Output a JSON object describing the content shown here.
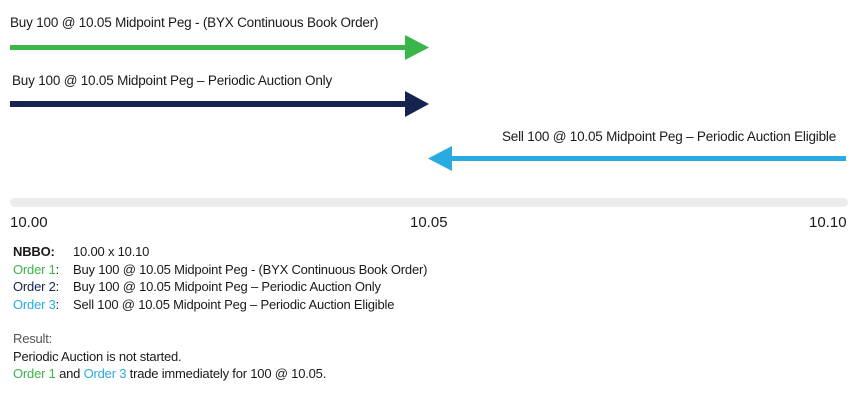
{
  "colors": {
    "order1": "#3ab54a",
    "order2": "#16244f",
    "order3": "#29abe2",
    "axis": "#ececee",
    "text": "#1a1a1a",
    "muted": "#555555"
  },
  "arrows": [
    {
      "label": "Buy 100 @ 10.05 Midpoint Peg - (BYX Continuous Book Order)",
      "direction": "right",
      "from_price": 10.0,
      "to_price": 10.05,
      "order": 1
    },
    {
      "label": "Buy 100 @ 10.05 Midpoint Peg – Periodic Auction Only",
      "direction": "right",
      "from_price": 10.0,
      "to_price": 10.05,
      "order": 2
    },
    {
      "label": "Sell 100 @ 10.05 Midpoint Peg – Periodic Auction Eligible",
      "direction": "left",
      "from_price": 10.1,
      "to_price": 10.05,
      "order": 3
    }
  ],
  "axis": {
    "ticks": [
      "10.00",
      "10.05",
      "10.10"
    ],
    "range": [
      10.0,
      10.1
    ]
  },
  "legend": {
    "nbbo_key": "NBBO:",
    "nbbo_value": "10.00 x 10.10",
    "orders": [
      {
        "key": "Order 1",
        "sep": ":",
        "text": "Buy 100 @ 10.05 Midpoint Peg - (BYX Continuous Book Order)"
      },
      {
        "key": "Order 2",
        "sep": ":",
        "text": "Buy 100 @ 10.05 Midpoint Peg – Periodic Auction Only"
      },
      {
        "key": "Order 3",
        "sep": ":",
        "text": "Sell 100 @ 10.05 Midpoint Peg – Periodic Auction Eligible"
      }
    ]
  },
  "result": {
    "title": "Result:",
    "line1": "Periodic Auction is not started.",
    "line2_order_a": "Order 1",
    "line2_mid": " and ",
    "line2_order_b": "Order 3",
    "line2_rest": " trade immediately for 100 @ 10.05."
  }
}
